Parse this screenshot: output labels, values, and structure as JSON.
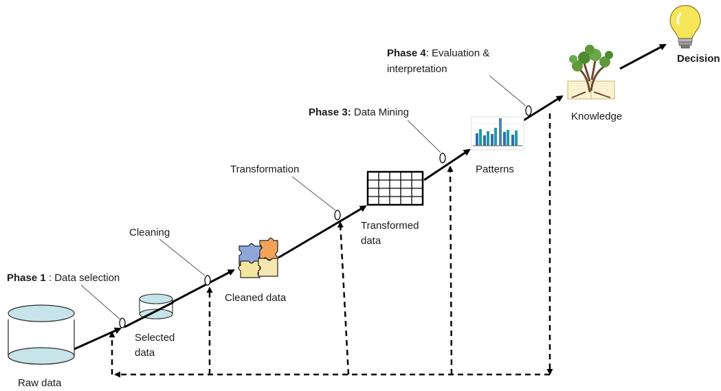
{
  "phases": {
    "phase1": {
      "bold": "Phase 1",
      "rest": " : Data selection"
    },
    "cleaning": {
      "text": "Cleaning"
    },
    "transformation": {
      "text": "Transformation"
    },
    "phase3": {
      "bold": "Phase 3:",
      "rest": " Data Mining"
    },
    "phase4": {
      "bold": "Phase 4",
      "rest": ": Evaluation &",
      "line2": "interpretation"
    }
  },
  "nodes": {
    "raw_data": "Raw data",
    "selected_data_line1": "Selected",
    "selected_data_line2": "data",
    "cleaned_data": "Cleaned data",
    "transformed_data_line1": "Transformed",
    "transformed_data_line2": "data",
    "patterns": "Patterns",
    "knowledge": "Knowledge",
    "decision": "Decision"
  },
  "colors": {
    "cylinder_fill": "#c6e4ea",
    "line": "#000000",
    "bulb": "#f7e55a",
    "puzzle_orange": "#f2a35a",
    "puzzle_blue": "#8fa6d8",
    "puzzle_yellow": "#f3e7a0",
    "chart_bar_a": "#2e6fb0",
    "chart_bar_b": "#1f9aa2",
    "tree_green": "#5f9a3a"
  },
  "icons": [
    "database-icon",
    "puzzle-icon",
    "grid-table-icon",
    "bar-chart-icon",
    "tree-book-icon",
    "lightbulb-icon"
  ]
}
